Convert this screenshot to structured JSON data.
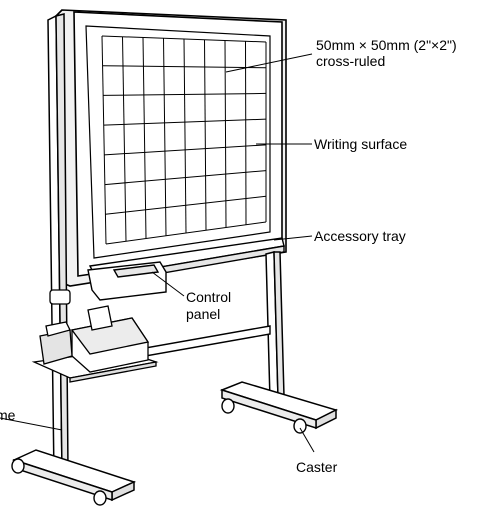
{
  "labels": {
    "grid": {
      "line1": "50mm × 50mm (2\"×2\")",
      "line2": "cross-ruled"
    },
    "writing_surface": "Writing surface",
    "accessory_tray": "Accessory tray",
    "control_panel": {
      "line1": "Control",
      "line2": "panel"
    },
    "frame": "me",
    "caster": "Caster"
  },
  "colors": {
    "stroke": "#000000",
    "surface": "#ffffff",
    "frame_fill": "#f2f2f2"
  }
}
